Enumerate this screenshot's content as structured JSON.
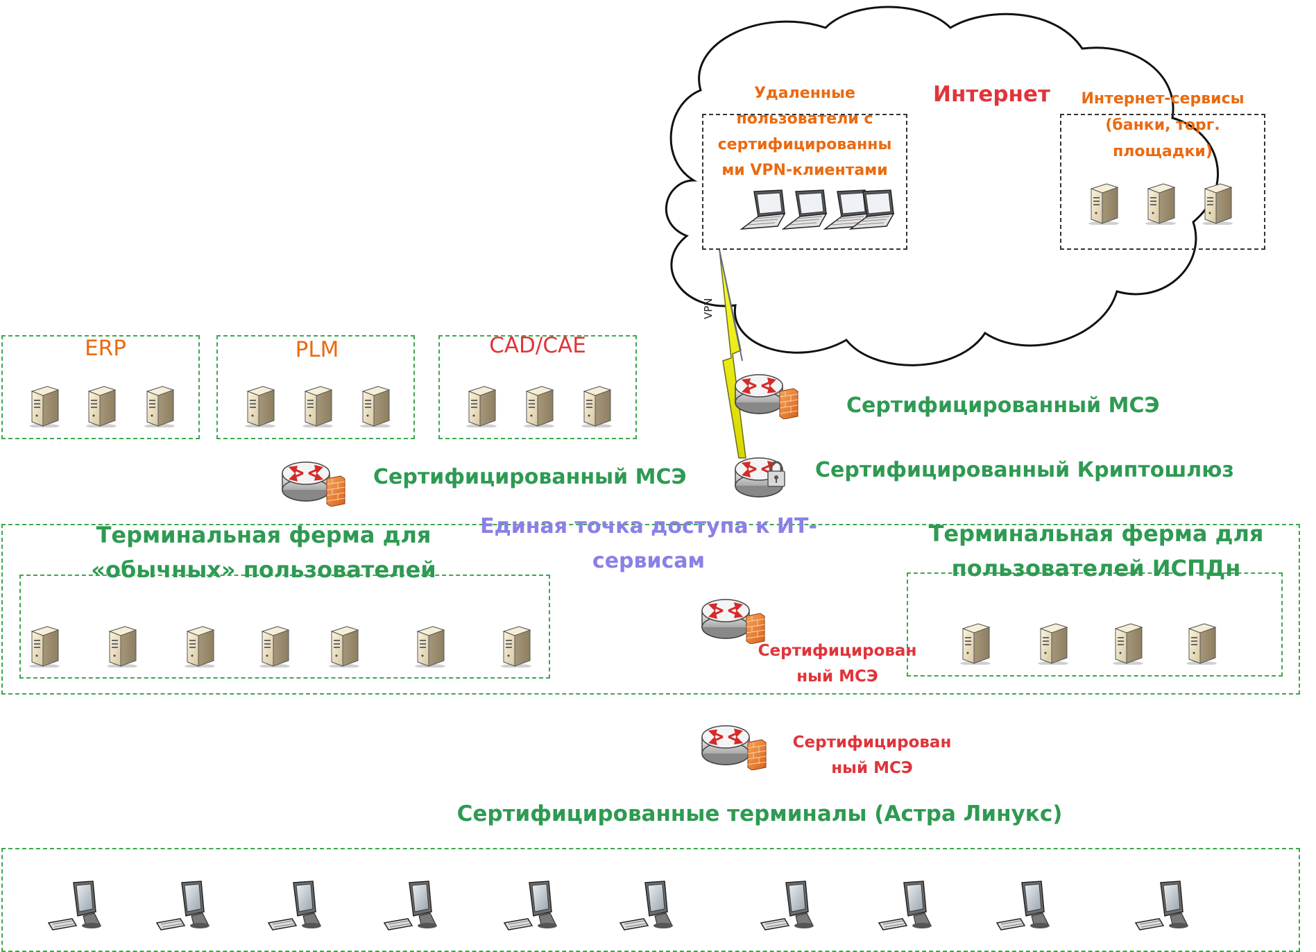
{
  "cloud": {
    "title": "Интернет",
    "remote_users": [
      "Удаленные",
      "пользователи с",
      "сертифицированны",
      "ми VPN-клиентами"
    ],
    "internet_services": [
      "Интернет-сервисы",
      "(банки, торг.",
      "площадки)"
    ]
  },
  "vpn_label": "VPN",
  "systems": {
    "erp": "ERP",
    "plm": "PLM",
    "cad": "CAD/CAE"
  },
  "firewall_top": "Сертифицированный МСЭ",
  "crypto_gateway": "Сертифицированный Криптошлюз",
  "firewall_left": "Сертифицированный МСЭ",
  "access_point": [
    "Единая точка доступа к ИТ-",
    "сервисам"
  ],
  "farm_regular": [
    "Терминальная ферма для",
    "«обычных» пользователей"
  ],
  "farm_ispdn": [
    "Терминальная ферма для",
    "пользователей ИСПДн"
  ],
  "firewall_mid": [
    "Сертифицирован",
    "ный МСЭ"
  ],
  "firewall_low": [
    "Сертифицирован",
    "ный МСЭ"
  ],
  "terminals_title": "Сертифицированные терминалы (Астра Линукс)",
  "colors": {
    "green": "#2e9a52",
    "orange": "#ea6a10",
    "red": "#e0343b",
    "violet": "#8a80e6",
    "dashed_green": "#3aa84a"
  },
  "icons": [
    "server-icon",
    "laptop-icon",
    "firewall-router-icon",
    "crypto-router-icon",
    "workstation-icon",
    "lightning-vpn-icon"
  ]
}
